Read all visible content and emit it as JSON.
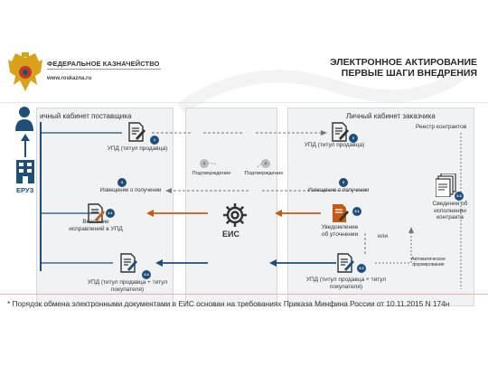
{
  "header": {
    "org_name": "ФЕДЕРАЛЬНОЕ КАЗНАЧЕЙСТВО",
    "org_url": "www.roskazna.ru",
    "title_line1": "ЭЛЕКТРОННОЕ АКТИРОВАНИЕ",
    "title_line2": "ПЕРВЫЕ ШАГИ ВНЕДРЕНИЯ"
  },
  "left_panel": {
    "title": "ичный кабинет поставщика",
    "eruz_label": "ЕРУЗ",
    "upd_seller": "УПД (титул продавца)",
    "notice_receipt": "Извещение о получении",
    "corrections_line1": "Внесение",
    "corrections_line2": "исправлений в УПД",
    "upd_both_line1": "УПД (титул продавца + титул",
    "upd_both_line2": "покупателя)"
  },
  "center": {
    "eis_label": "ЕИС",
    "confirm_left": "Подтверждение",
    "confirm_right": "Подтверждение"
  },
  "right_panel": {
    "title": "Личный кабинет заказчика",
    "registry": "Реестр контрактов",
    "upd_seller": "УПД (титул продавца)",
    "notice_receipt": "Извещение о получении",
    "clarify_line1": "Уведомление",
    "clarify_line2": "об уточнении",
    "or_label": "или",
    "execution_line1": "Сведения об",
    "execution_line2": "исполнении",
    "execution_line3": "контракта",
    "auto_line1": "Автоматическое",
    "auto_line2": "формирование",
    "upd_both_line1": "УПД (титул продавца + титул",
    "upd_both_line2": "покупателя)"
  },
  "badges": {
    "b1": "1",
    "b2": "2",
    "b3": "3",
    "b4": "4",
    "b3_1": "3.1",
    "b4_1": "4.1",
    "b3_2": "3.2",
    "b3_3": "3.3",
    "b3_4": "3.4",
    "c1": "1",
    "c2": "2"
  },
  "footer": {
    "note": "* Порядок обмена электронными документами в ЕИС основан на требованиях Приказа Минфина России от 10.11.2015 N 174н"
  },
  "colors": {
    "accent_dark": "#1f4e79",
    "arrow_blue": "#1f4e79",
    "arrow_orange": "#c55a11",
    "doc_orange": "#c55a11",
    "panel_bg": "#f1f2f4"
  }
}
